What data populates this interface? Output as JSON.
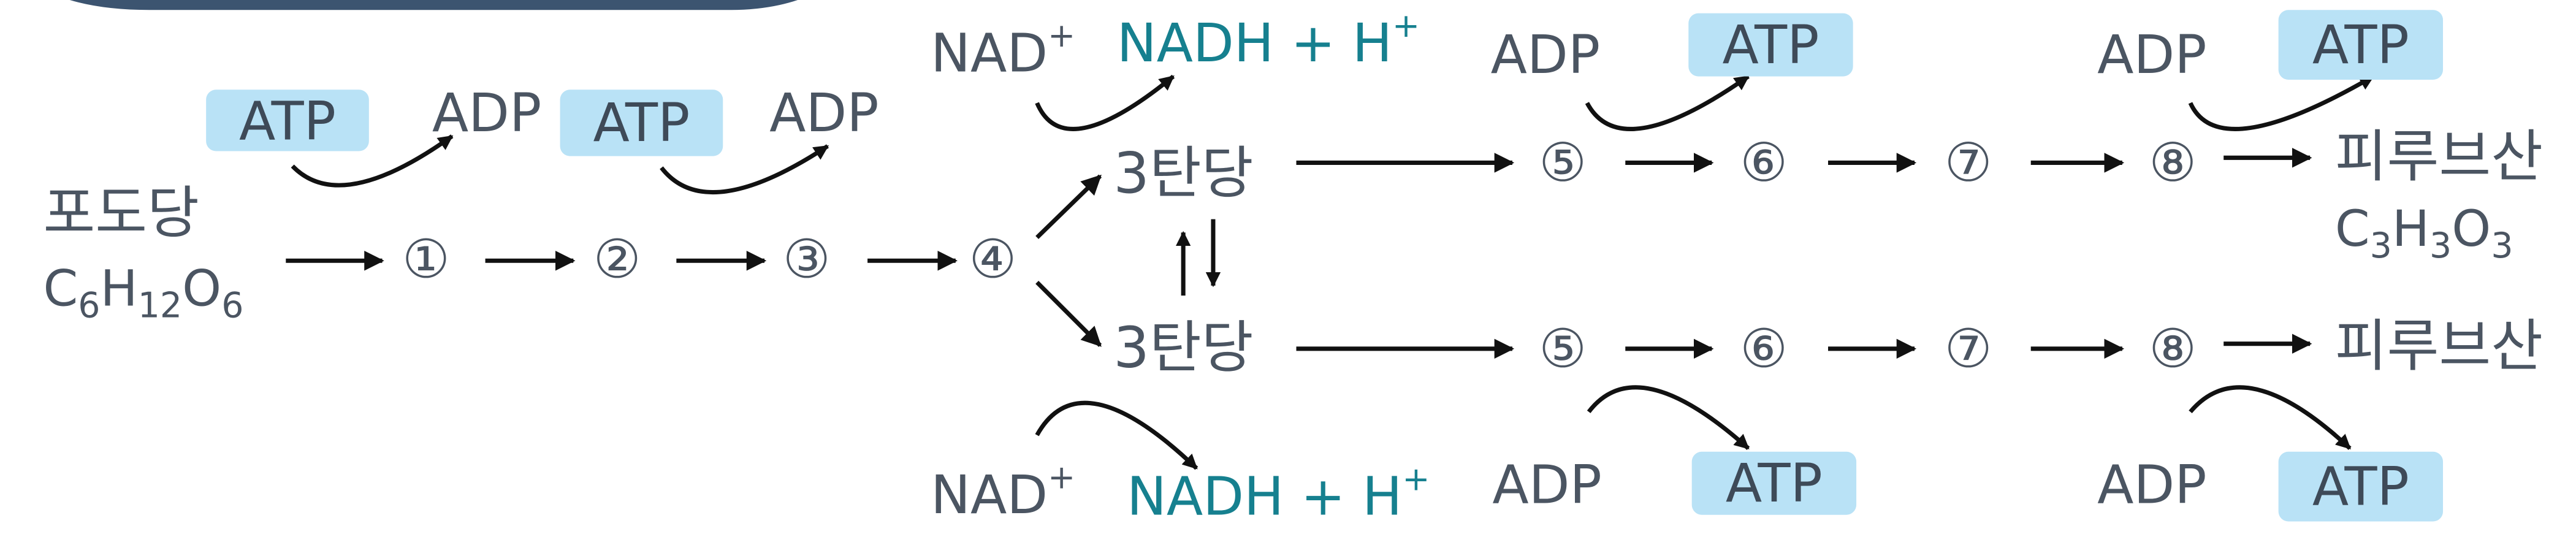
{
  "colors": {
    "text": "#4b5562",
    "nadh_text": "#16808f",
    "atp_pill": "#b9e2f6",
    "arrow": "#111111",
    "top_band": "#3c5470"
  },
  "glucose": {
    "name": "포도당",
    "formula": {
      "c": "C",
      "c_n": "6",
      "h": "H",
      "h_n": "12",
      "o": "O",
      "o_n": "6"
    }
  },
  "steps": {
    "s1": "①",
    "s2": "②",
    "s3": "③",
    "s4": "④",
    "s5": "⑤",
    "s6": "⑥",
    "s7": "⑦",
    "s8": "⑧"
  },
  "labels": {
    "atp": "ATP",
    "adp": "ADP",
    "nad": "NAD",
    "nad_charge": "+",
    "nadh": "NADH + H",
    "nadh_charge": "+",
    "triose": "3탄당",
    "pyruvate": "피루브산"
  },
  "pyruvate_formula": {
    "c": "C",
    "c_n": "3",
    "h": "H",
    "h_n": "3",
    "o": "O",
    "o_n": "3"
  }
}
